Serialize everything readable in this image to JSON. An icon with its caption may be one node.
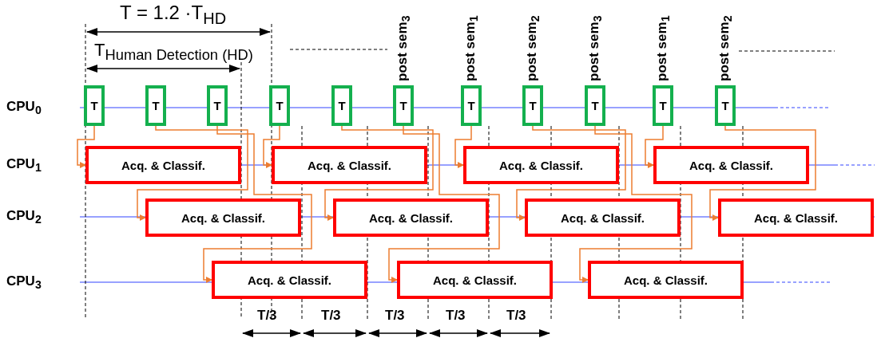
{
  "diagram": {
    "nodes": [
      {
        "text": [
          "T"
        ]
      },
      {
        "text": [
          "T"
        ]
      },
      {
        "text": [
          "T"
        ]
      },
      {
        "text": [
          "T"
        ]
      },
      {
        "text": [
          "T"
        ]
      },
      {
        "text": [
          "T"
        ],
        "beside": [
          "post sem$_{3}$"
        ]
      },
      {
        "text": [
          "T"
        ],
        "beside": [
          "post sem$_{1}$"
        ]
      },
      {
        "text": [
          "T"
        ],
        "beside": [
          "post sem$_{2}$"
        ]
      },
      {
        "text": [
          "T"
        ],
        "beside": [
          "post sem$_{3}$"
        ]
      },
      {
        "text": [
          "T"
        ],
        "beside": [
          "post sem$_{1}$"
        ]
      },
      {
        "text": [
          "T"
        ],
        "beside": [
          "post sem$_{2}$"
        ]
      },
      {
        "text": [
          "Acq. & Classif."
        ]
      },
      {
        "text": [
          "Acq. & Classif."
        ]
      },
      {
        "text": [
          "Acq. & Classif."
        ]
      },
      {
        "text": [
          "Acq. & Classif."
        ]
      },
      {
        "text": [
          "Acq. & Classif."
        ]
      },
      {
        "text": [
          "Acq. & Classif."
        ]
      },
      {
        "text": [
          "Acq. & Classif."
        ]
      },
      {
        "text": [
          "Acq. & Classif."
        ]
      },
      {
        "text": [
          "Acq. & Classif."
        ]
      },
      {
        "text": [
          "Acq. & Classif."
        ]
      },
      {
        "text": [
          "Acq. & Classif."
        ]
      }
    ],
    "edges": [
      {
        "from": 0,
        "to": 11,
        "arrow": "to"
      },
      {
        "from": 1,
        "to": 15,
        "arrow": "to"
      },
      {
        "from": 2,
        "to": 19,
        "arrow": "to"
      },
      {
        "from": 3,
        "to": 12,
        "arrow": "to"
      },
      {
        "from": 4,
        "to": 16,
        "arrow": "to"
      },
      {
        "from": 5,
        "to": 20,
        "arrow": "to"
      },
      {
        "from": 6,
        "to": 13,
        "arrow": "to"
      },
      {
        "from": 7,
        "to": 17,
        "arrow": "to"
      },
      {
        "from": 8,
        "to": 21,
        "arrow": "to"
      },
      {
        "from": 9,
        "to": 14,
        "arrow": "to"
      },
      {
        "from": 10,
        "to": 18,
        "arrow": "to"
      }
    ],
    "labels": [
      "T = 1.2 ·T$_{HD}$",
      "T$_{Human Detection (HD)}$",
      "CPU$_{0}$",
      "CPU$_{1}$",
      "CPU$_{2}$",
      "CPU$_{3}$",
      "T/3",
      "T/3",
      "T/3",
      "T/3",
      "T/3"
    ]
  }
}
